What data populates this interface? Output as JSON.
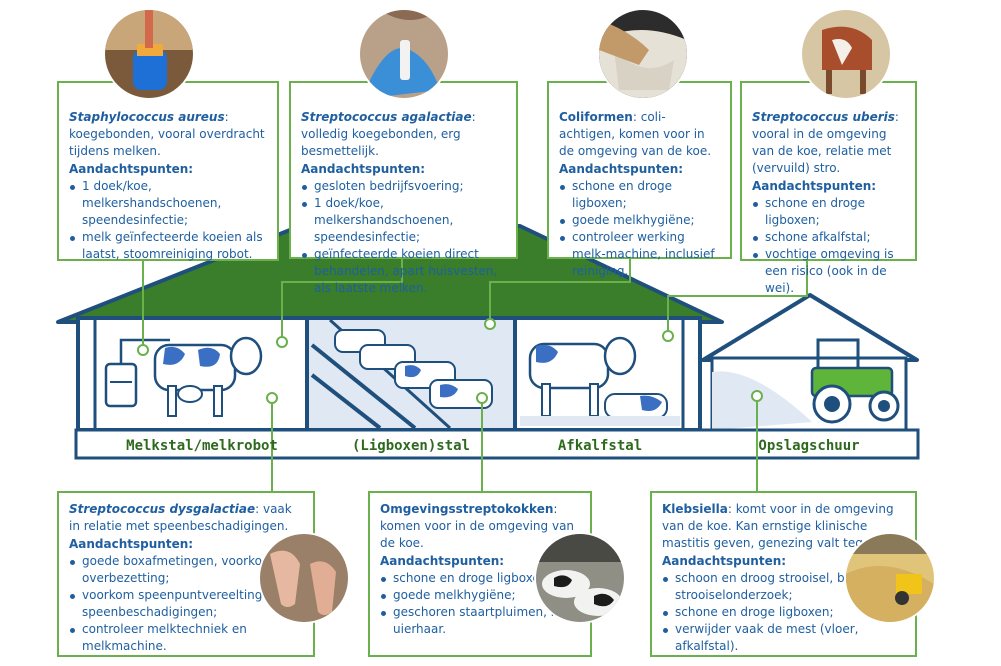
{
  "colors": {
    "accent_green": "#6ab04c",
    "dark_green": "#2d6a1e",
    "navy": "#1f4f7c",
    "text_blue": "#1f5fa0",
    "roof_green": "#3a7d2b"
  },
  "buildings": [
    {
      "label": "Melkstal/melkrobot"
    },
    {
      "label": "(Ligboxen)stal"
    },
    {
      "label": "Afkalfstal"
    },
    {
      "label": "Opslagschuur"
    }
  ],
  "boxes": [
    {
      "organism": "Staphylococcus aureus",
      "italic": true,
      "desc": ": koegebonden, vooral overdracht tijdens melken.",
      "heading": "Aandachtspunten:",
      "points": [
        "1 doek/koe, melkershandschoenen, speendesinfectie;",
        "melk geïnfecteerde koeien als laatst, stoomreiniging robot."
      ],
      "photo": "milking-cup-photo"
    },
    {
      "organism": "Streptococcus agalactiae",
      "italic": true,
      "desc": ": volledig koegebonden, erg besmettelijk.",
      "heading": "Aandachtspunten:",
      "points": [
        "gesloten bedrijfsvoering;",
        "1 doek/koe, melkershandschoenen, speendesinfectie;",
        "geïnfecteerde koeien direct behandelen, apart huisvesten, als laatste melken."
      ],
      "photo": "gloved-hand-photo"
    },
    {
      "organism": "Coliformen",
      "italic": false,
      "desc": ": coli-achtigen, komen voor in de omgeving van de koe.",
      "heading": "Aandachtspunten:",
      "points": [
        "schone en droge ligboxen;",
        "goede melkhygiëne;",
        "controleer werking melk-machine, inclusief reiniging."
      ],
      "photo": "udder-cleaning-photo"
    },
    {
      "organism": "Streptococcus uberis",
      "italic": true,
      "desc": ": vooral in de omgeving van de koe, relatie met (vervuild) stro.",
      "heading": "Aandachtspunten:",
      "points": [
        "schone en droge ligboxen;",
        "schone afkalfstal;",
        "vochtige omgeving is een risico (ook in de wei)."
      ],
      "photo": "calf-photo"
    },
    {
      "organism": "Streptococcus dysgalactiae",
      "italic": true,
      "desc": ": vaak in relatie met speenbeschadigingen.",
      "heading": "Aandachtspunten:",
      "points": [
        "goede boxafmetingen, voorkom overbezetting;",
        "voorkom speenpuntvereelting en speenbeschadigingen;",
        "controleer melktechniek en melkmachine."
      ],
      "photo": "teat-photo"
    },
    {
      "organism": "Omgevingsstreptokokken",
      "italic": false,
      "desc": ": komen voor in de omgeving van de koe.",
      "heading": "Aandachtspunten:",
      "points": [
        "schone en droge ligboxen;",
        "goede melkhygiëne;",
        "geschoren staartpluimen, kort uierhaar."
      ],
      "photo": "lying-cows-photo"
    },
    {
      "organism": "Klebsiella",
      "italic": false,
      "desc": ": komt voor in de omgeving van de koe. Kan ernstige klinische mastitis geven, genezing valt tegen.",
      "heading": "Aandachtspunten:",
      "points": [
        "schoon en droog strooisel, bij twijfel strooiselonderzoek;",
        "schone en droge ligboxen;",
        "verwijder vaak de mest (vloer, afkalfstal)."
      ],
      "photo": "sawdust-photo"
    }
  ]
}
